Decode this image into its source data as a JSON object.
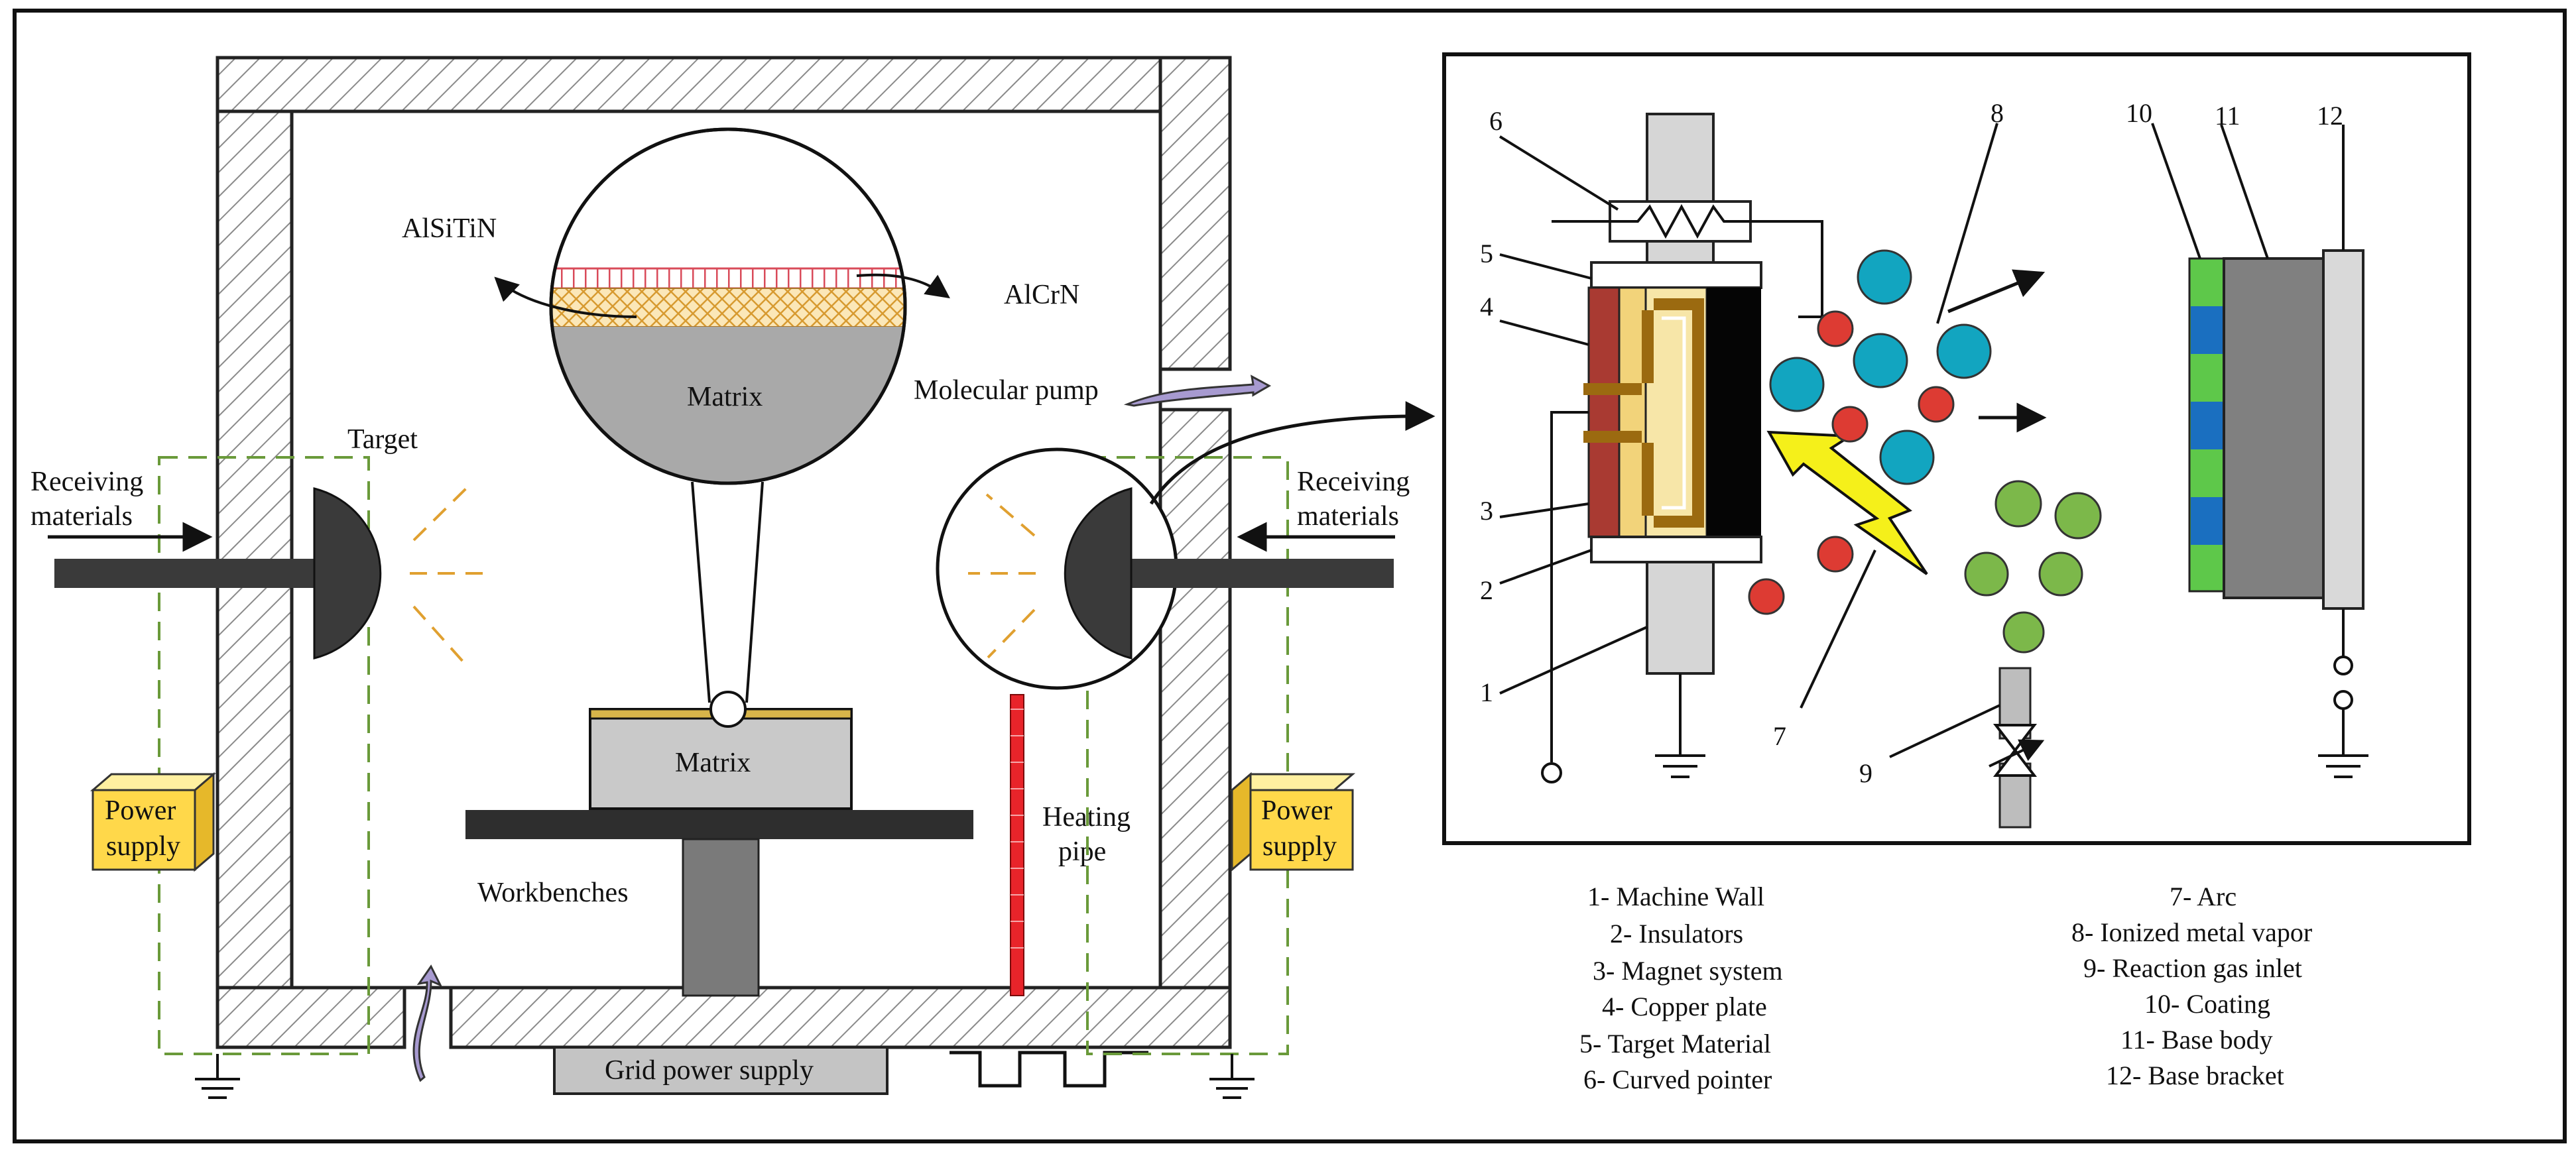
{
  "chamber": {
    "label_alsitin": "AlSiTiN",
    "label_alcrn": "AlCrN",
    "label_matrix_top": "Matrix",
    "label_matrix_base": "Matrix",
    "label_target": "Target",
    "label_receiving_left_1": "Receiving",
    "label_receiving_left_2": "materials",
    "label_receiving_right_1": "Receiving",
    "label_receiving_right_2": "materials",
    "label_molecular_pump": "Molecular pump",
    "label_power_left_1": "Power",
    "label_power_left_2": "supply",
    "label_power_right_1": "Power",
    "label_power_right_2": "supply",
    "label_workbenches": "Workbenches",
    "label_heating_1": "Heating",
    "label_heating_2": "pipe",
    "label_grid_power": "Grid power supply"
  },
  "detail": {
    "callouts": [
      "1",
      "2",
      "3",
      "4",
      "5",
      "6",
      "7",
      "8",
      "9",
      "10",
      "11",
      "12"
    ]
  },
  "legend": {
    "left": [
      "1- Machine Wall",
      "2- Insulators",
      "3- Magnet system",
      "4- Copper plate",
      "5- Target Material",
      "6- Curved pointer"
    ],
    "right": [
      "7- Arc",
      "8- Ionized metal vapor",
      "9- Reaction gas inlet",
      "10- Coating",
      "11- Base body",
      "12- Base bracket"
    ]
  },
  "colors": {
    "target_dark": "#3a3a3a",
    "matrix_gray": "#a9a9a9",
    "power_yellow": "#ffd84a",
    "heating_red": "#e8242a",
    "ion_cyan": "#12a5c0",
    "ion_red": "#dd3b33",
    "gas_green": "#7cb84a",
    "arc_yellow": "#f5f01a",
    "copper": "#a93a32",
    "magnet_brown": "#9b6a10",
    "coating_green": "#5ec84a",
    "coating_blue": "#1a6fc0",
    "pump_arrow": "#a79ad0"
  }
}
